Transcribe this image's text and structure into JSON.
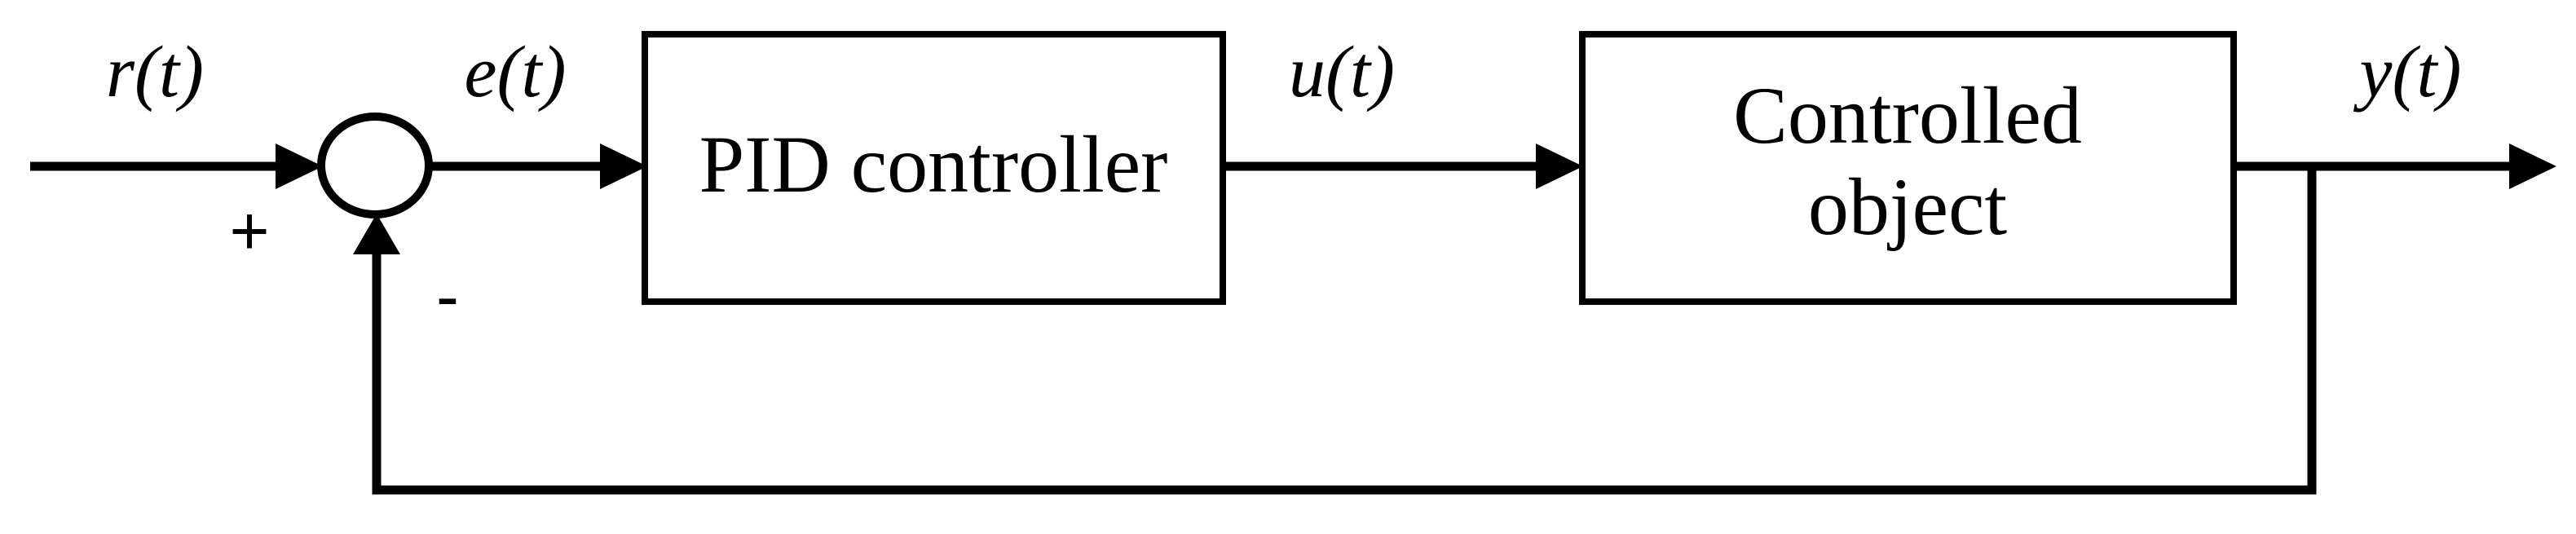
{
  "signals": {
    "reference": "r(t)",
    "error": "e(t)",
    "control": "u(t)",
    "output": "y(t)"
  },
  "blocks": {
    "controller_label": "PID controller",
    "plant_label_line1": "Controlled",
    "plant_label_line2": "object"
  },
  "summing_junction": {
    "positive_sign": "+",
    "negative_sign": "-"
  },
  "colors": {
    "line": "#000000",
    "background": "#ffffff"
  }
}
